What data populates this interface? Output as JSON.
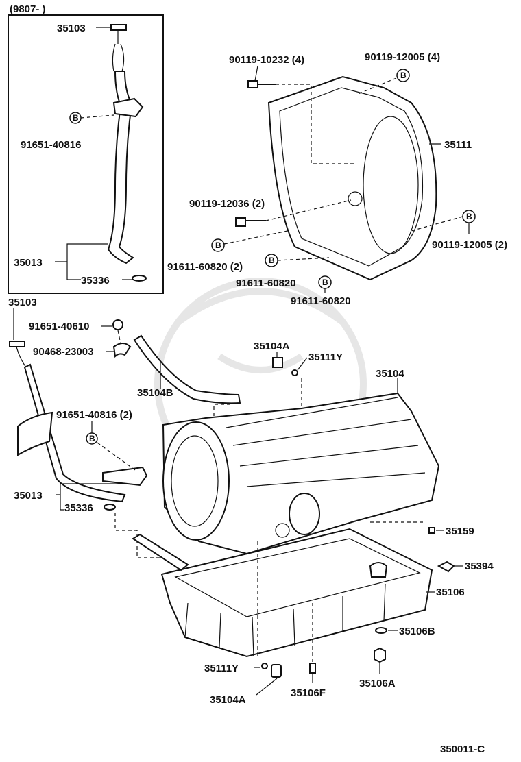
{
  "diagram": {
    "inset_label": "(9807-        )",
    "footer_code": "350011-C",
    "bolt_marker": "B",
    "parts": {
      "p35103_inset": "35103",
      "p91651_40816_inset": "91651-40816",
      "p35013_inset": "35013",
      "p35336_inset": "35336",
      "p90119_10232": "90119-10232 (4)",
      "p90119_12005_4": "90119-12005 (4)",
      "p35111": "35111",
      "p90119_12036": "90119-12036 (2)",
      "p90119_12005_2": "90119-12005 (2)",
      "p91611_60820_2": "91611-60820 (2)",
      "p91611_60820_a": "91611-60820",
      "p91611_60820_b": "91611-60820",
      "p35103": "35103",
      "p91651_40610": "91651-40610",
      "p90468_23003": "90468-23003",
      "p35104B": "35104B",
      "p35104A_top": "35104A",
      "p35111Y_top": "35111Y",
      "p35104": "35104",
      "p91651_40816_2": "91651-40816 (2)",
      "p35013": "35013",
      "p35336": "35336",
      "p35159": "35159",
      "p35394": "35394",
      "p35106": "35106",
      "p35106B": "35106B",
      "p35111Y_bottom": "35111Y",
      "p35106A": "35106A",
      "p35104A_bottom": "35104A",
      "p35106F": "35106F"
    }
  }
}
